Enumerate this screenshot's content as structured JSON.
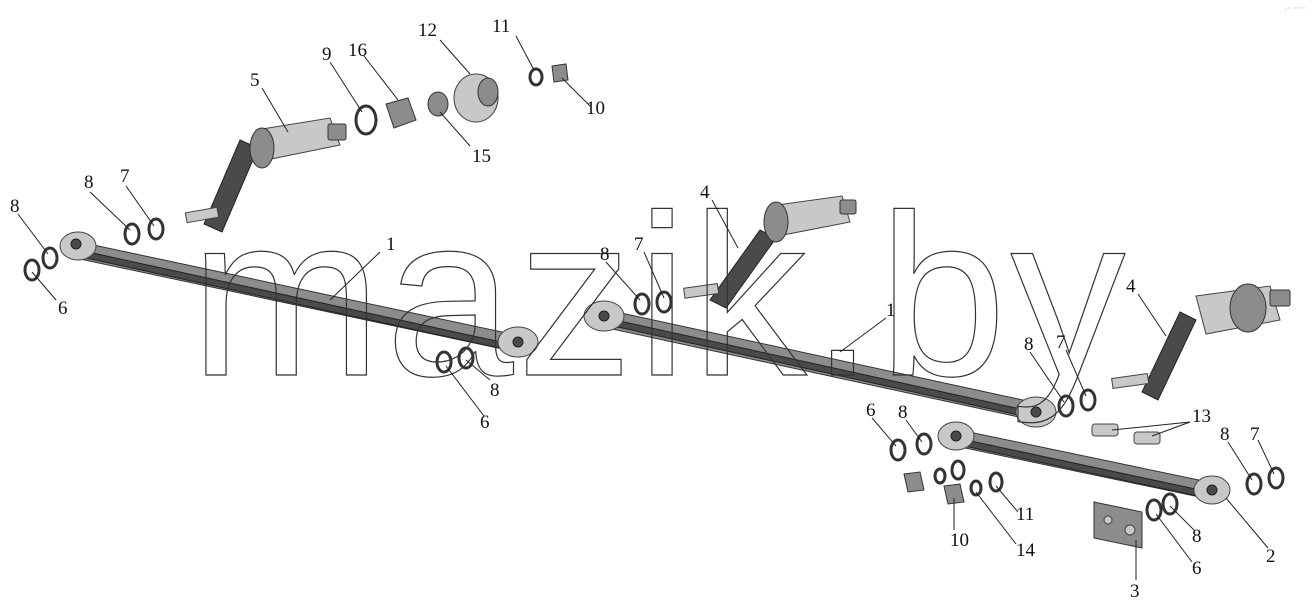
{
  "watermark": "mazik.by",
  "corner_mark": "·⁻ ⁻⁻⁻",
  "callouts": [
    {
      "id": "c1a",
      "text": "1"
    },
    {
      "id": "c1b",
      "text": "1"
    },
    {
      "id": "c2",
      "text": "2"
    },
    {
      "id": "c3",
      "text": "3"
    },
    {
      "id": "c4a",
      "text": "4"
    },
    {
      "id": "c4b",
      "text": "4"
    },
    {
      "id": "c5",
      "text": "5"
    },
    {
      "id": "c6a",
      "text": "6"
    },
    {
      "id": "c6b",
      "text": "6"
    },
    {
      "id": "c6c",
      "text": "6"
    },
    {
      "id": "c6d",
      "text": "6"
    },
    {
      "id": "c7a",
      "text": "7"
    },
    {
      "id": "c7b",
      "text": "7"
    },
    {
      "id": "c7c",
      "text": "7"
    },
    {
      "id": "c7d",
      "text": "7"
    },
    {
      "id": "c8a",
      "text": "8"
    },
    {
      "id": "c8b",
      "text": "8"
    },
    {
      "id": "c8c",
      "text": "8"
    },
    {
      "id": "c8d",
      "text": "8"
    },
    {
      "id": "c8e",
      "text": "8"
    },
    {
      "id": "c8f",
      "text": "8"
    },
    {
      "id": "c8g",
      "text": "8"
    },
    {
      "id": "c8h",
      "text": "8"
    },
    {
      "id": "c9",
      "text": "9"
    },
    {
      "id": "c10a",
      "text": "10"
    },
    {
      "id": "c10b",
      "text": "10"
    },
    {
      "id": "c11a",
      "text": "11"
    },
    {
      "id": "c11b",
      "text": "11"
    },
    {
      "id": "c12",
      "text": "12"
    },
    {
      "id": "c13",
      "text": "13"
    },
    {
      "id": "c14",
      "text": "14"
    },
    {
      "id": "c15",
      "text": "15"
    },
    {
      "id": "c16",
      "text": "16"
    }
  ]
}
